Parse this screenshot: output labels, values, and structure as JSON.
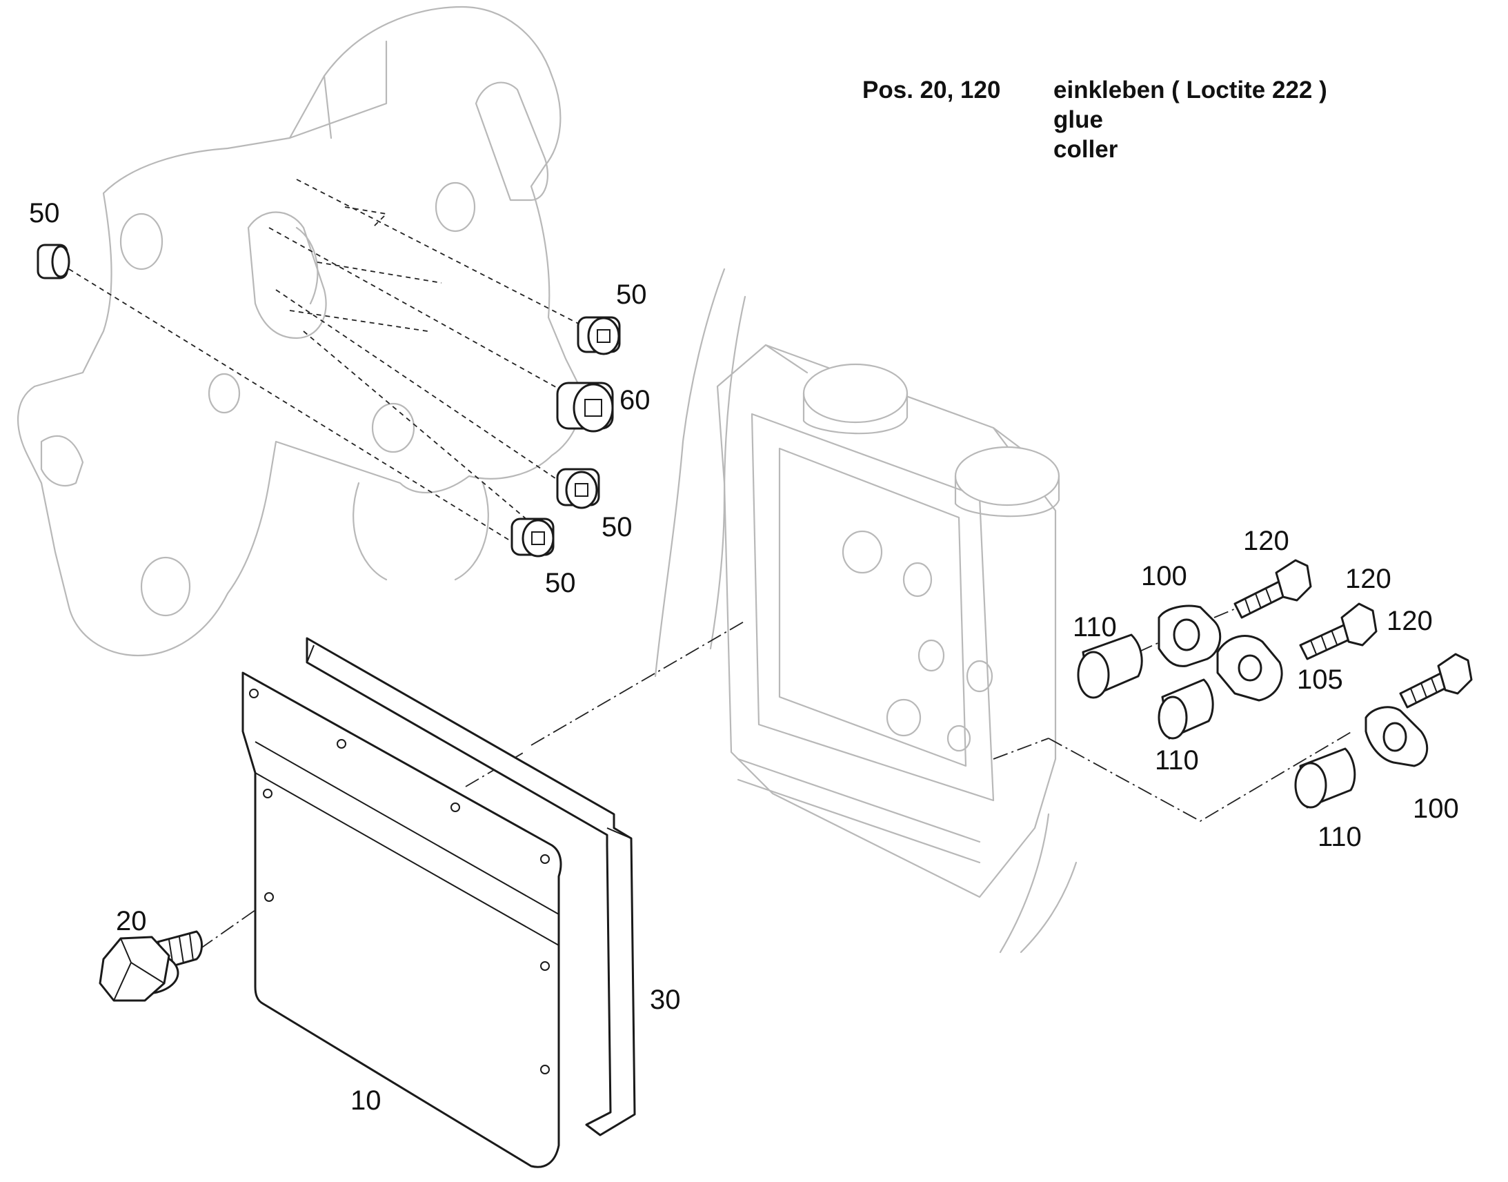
{
  "note": {
    "ref": "Pos. 20, 120",
    "line1": "einkleben ( Loctite 222 )",
    "line2": "glue",
    "line3": "coller"
  },
  "callouts": {
    "c50_a": "50",
    "c50_b": "50",
    "c60": "60",
    "c50_c": "50",
    "c50_d": "50",
    "c120_a": "120",
    "c100_a": "100",
    "c120_b": "120",
    "c110_a": "110",
    "c120_c": "120",
    "c105": "105",
    "c110_b": "110",
    "c100_b": "100",
    "c110_c": "110",
    "c20": "20",
    "c30": "30",
    "c10": "10"
  }
}
